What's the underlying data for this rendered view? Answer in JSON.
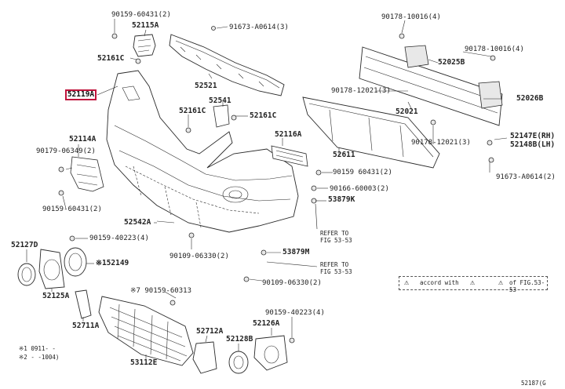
{
  "diagram": {
    "highlighted_part": "52119A",
    "figure_id": "52187(G",
    "labels": {
      "p90159_60431_top": "90159-60431(2)",
      "p52115A": "52115A",
      "p91673_A0614_top": "91673-A0614(3)",
      "p90178_10016_4": "90178-10016(4)",
      "p52161C_left": "52161C",
      "p52521": "52521",
      "p52025B": "52025B",
      "p90178_10016_r": "90178-10016(4)",
      "p90178_12021_top": "90178-12021(3)",
      "p52021": "52021",
      "p52026B": "52026B",
      "p52541": "52541",
      "p52161C_mid1": "52161C",
      "p52161C_mid2": "52161C",
      "p52114A": "52114A",
      "p52116A": "52116A",
      "p52611": "52611",
      "p90178_12021_mid": "90178-12021(3)",
      "p52147E": "52147E(RH)",
      "p52148B": "52148B(LH)",
      "p90179_06349": "90179-06349(2)",
      "p90159_60431_mid": "90159 60431(2)",
      "p90166_60003": "90166-60003(2)",
      "p91673_A0614_r": "91673-A0614(2)",
      "p90159_60431_bot": "90159-60431(2)",
      "p53879K": "53879K",
      "p52542A": "52542A",
      "refer1_line1": "REFER TO",
      "refer1_line2": "FIG 53-53",
      "p52127D": "52127D",
      "p90159_40223_left": "90159-40223(4)",
      "p152149": "※152149",
      "p90109_06330_a": "90109-06330(2)",
      "p53879M": "53879M",
      "refer2_line1": "REFER TO",
      "refer2_line2": "FIG 53-53",
      "p90109_06330_b": "90109-06330(2)",
      "p52125A": "52125A",
      "p90159_60313": "※7 90159-60313",
      "p52711A": "52711A",
      "p90159_40223_right": "90159-40223(4)",
      "p52712A": "52712A",
      "p52126A": "52126A",
      "p52128B": "52128B",
      "p53112E": "53112E",
      "foot1": "※1 0911-   -",
      "foot2": "※2 -   -1004)"
    },
    "note": {
      "left_text": "accord with",
      "right_text": "of FIG.53-53"
    }
  }
}
